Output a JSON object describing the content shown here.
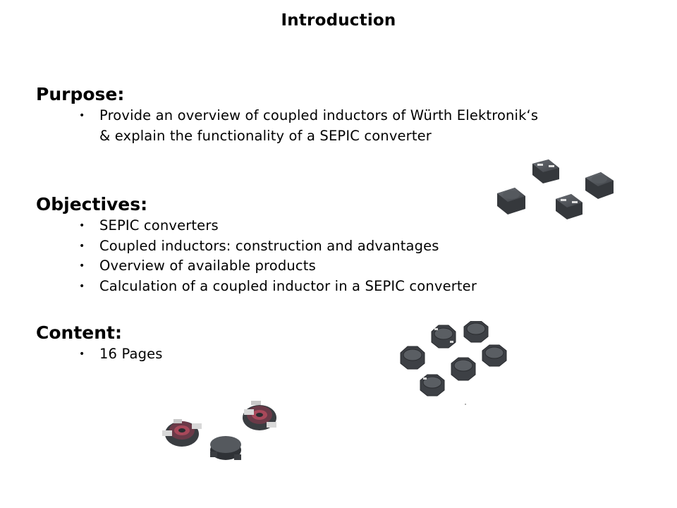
{
  "slide": {
    "title": "Introduction",
    "sections": {
      "purpose": {
        "heading": "Purpose:",
        "bullets": [
          "Provide an overview of coupled inductors of Würth Elektronik‘s & explain the functionality of a SEPIC converter"
        ]
      },
      "objectives": {
        "heading": "Objectives:",
        "bullets": [
          "SEPIC converters",
          "Coupled inductors: construction and advantages",
          "Overview of available products",
          "Calculation of a coupled inductor in a SEPIC converter"
        ]
      },
      "content": {
        "heading": "Content:",
        "bullets": [
          "16 Pages"
        ]
      }
    },
    "bullet_glyph": "•",
    "images": {
      "square": "square-shielded-coupled-inductors-image",
      "octagon": "octagonal-shielded-inductors-image",
      "toroid": "toroidal-coupled-inductors-image"
    },
    "colors": {
      "background": "#ffffff",
      "text": "#000000",
      "component_body": "#4a4d52",
      "winding": "#a8485a",
      "terminal": "#d8d8d8"
    }
  }
}
